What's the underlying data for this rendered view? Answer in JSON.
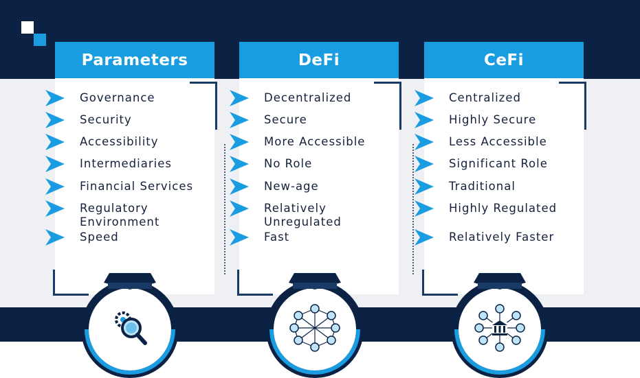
{
  "columns": [
    {
      "header": "Parameters",
      "items": [
        "Governance",
        "Security",
        "Accessibility",
        "Intermediaries",
        "Financial Services",
        "Regulatory\nEnvironment",
        "Speed"
      ],
      "icon": "gear-magnifier-icon"
    },
    {
      "header": "DeFi",
      "items": [
        "Decentralized",
        "Secure",
        "More Accessible",
        "No Role",
        "New-age",
        "Relatively\nUnregulated",
        "Fast"
      ],
      "icon": "decentralized-network-icon"
    },
    {
      "header": "CeFi",
      "items": [
        "Centralized",
        "Highly Secure",
        "Less Accessible",
        "Significant Role",
        "Traditional",
        "Highly Regulated",
        "Relatively Faster"
      ],
      "icon": "central-bank-network-icon"
    }
  ],
  "colors": {
    "navy": "#0b2245",
    "accent_blue": "#1a9ce0",
    "light_gray": "#eef0f3",
    "text": "#15213b"
  }
}
